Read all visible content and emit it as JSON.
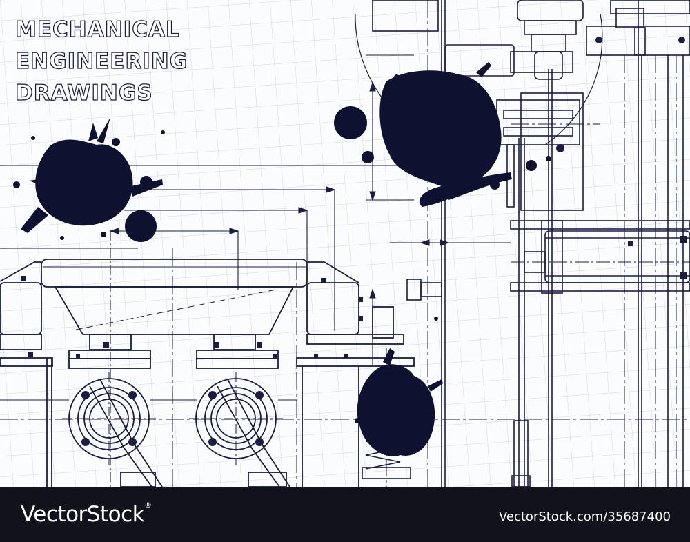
{
  "title": {
    "lines": [
      "MECHANICAL",
      "ENGINEERING",
      "DRAWINGS"
    ]
  },
  "footer": {
    "brand": "VectorStock",
    "trademark": "®",
    "image_id": "VectorStock.com/35687400"
  },
  "colors": {
    "line": "#1a1d40",
    "paper": "#fbfcfe",
    "grid": "#c5c9d8",
    "ink_splatter": "#0e1130",
    "footer_background": "#11121b",
    "footer_text": "#ffffff"
  },
  "icons": {
    "trademark": "registered-mark"
  }
}
